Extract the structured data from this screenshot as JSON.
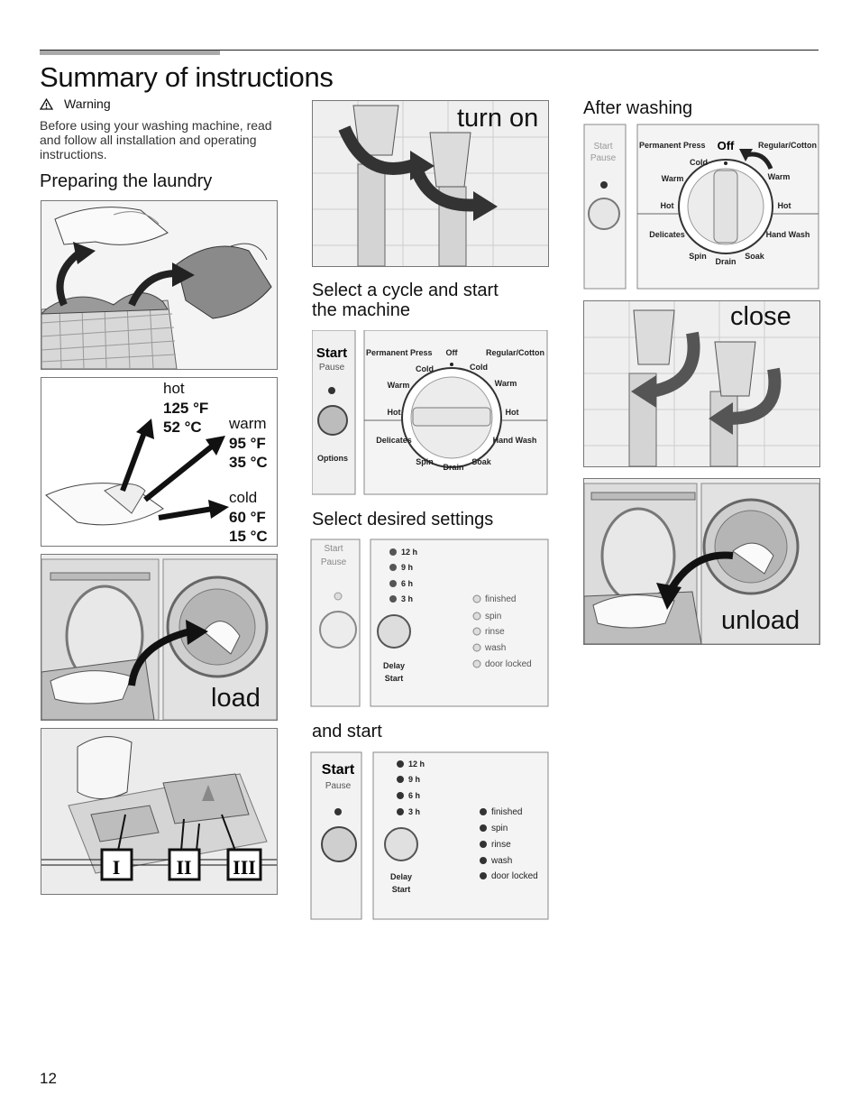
{
  "page": {
    "title": "Summary of instructions",
    "page_number": "12"
  },
  "warning": {
    "icon": "warning-triangle-icon",
    "label": "Warning",
    "text": "Before using your washing machine, read and follow all installation and operating instructions."
  },
  "sections": {
    "preparing": "Preparing the laundry",
    "select_cycle_1": "Select a cycle and start",
    "select_cycle_2": "the machine",
    "select_settings": "Select desired settings",
    "and_start": "and start",
    "after_washing": "After washing"
  },
  "temperatures": {
    "hot": {
      "label": "hot",
      "f": "125 °F",
      "c": "52 °C"
    },
    "warm": {
      "label": "warm",
      "f": "95 °F",
      "c": "35 °C"
    },
    "cold": {
      "label": "cold",
      "f": "60 °F",
      "c": "15 °C"
    }
  },
  "illustration_labels": {
    "load": "load",
    "turn_on": "turn on",
    "close": "close",
    "unload": "unload",
    "compartment_1": "I",
    "compartment_2": "II",
    "compartment_3": "III"
  },
  "dial": {
    "start": "Start",
    "pause": "Pause",
    "options": "Options",
    "off": "Off",
    "permanent_press": "Permanent Press",
    "regular_cotton": "Regular/Cotton",
    "cold": "Cold",
    "warm": "Warm",
    "hot": "Hot",
    "delicates": "Delicates",
    "hand_wash": "Hand Wash",
    "spin": "Spin",
    "drain": "Drain",
    "soak": "Soak"
  },
  "settings_panel": {
    "start": "Start",
    "pause": "Pause",
    "delay_1": "Delay",
    "delay_2": "Start",
    "hours": [
      "12 h",
      "9 h",
      "6 h",
      "3 h"
    ],
    "status": [
      "finished",
      "spin",
      "rinse",
      "wash",
      "door locked"
    ]
  }
}
